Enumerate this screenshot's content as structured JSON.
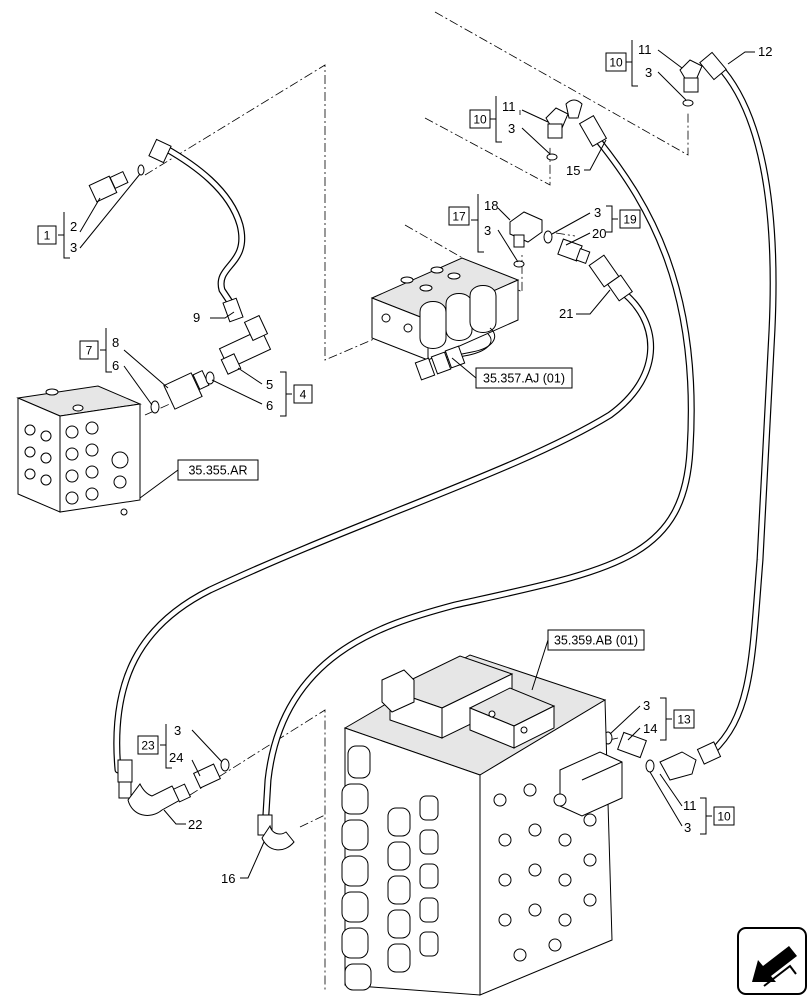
{
  "diagram": {
    "callouts": {
      "c1": "1",
      "c2": "2",
      "c3a": "3",
      "c9": "9",
      "c7": "7",
      "c8": "8",
      "c6a": "6",
      "c5": "5",
      "c6b": "6",
      "c4": "4",
      "c10a": "10",
      "c11a": "11",
      "c3b": "3",
      "c15": "15",
      "c10b": "10",
      "c11b": "11",
      "c3c": "3",
      "c12": "12",
      "c17": "17",
      "c18": "18",
      "c3d": "3",
      "c19": "19",
      "c3e": "3",
      "c20": "20",
      "c21": "21",
      "c23": "23",
      "c3f": "3",
      "c24": "24",
      "c22": "22",
      "c16": "16",
      "c13": "13",
      "c3g": "3",
      "c14": "14",
      "c10c": "10",
      "c11c": "11",
      "c3h": "3"
    },
    "references": {
      "ref_aj": "35.357.AJ (01)",
      "ref_ar": "35.355.AR",
      "ref_ab": "35.359.AB (01)"
    }
  }
}
